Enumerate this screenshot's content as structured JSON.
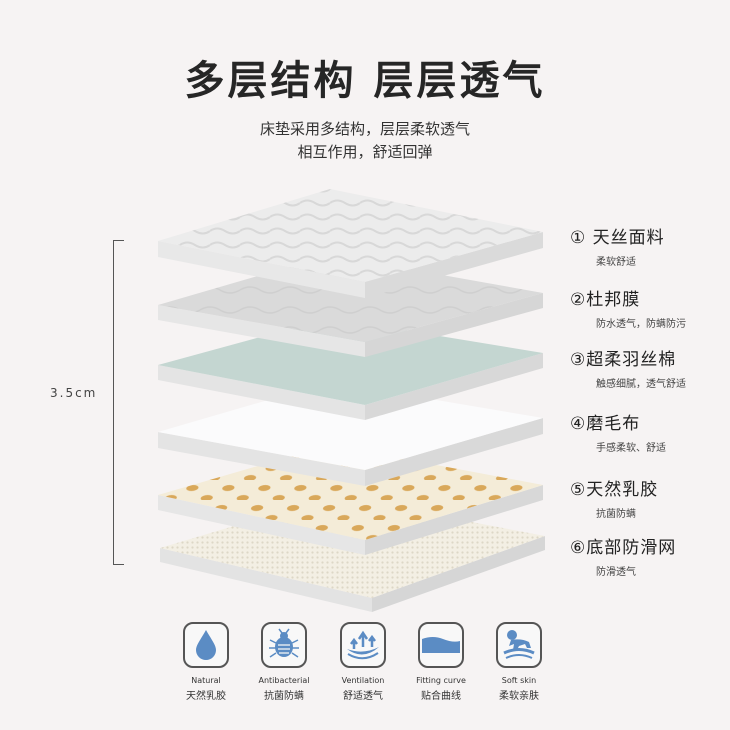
{
  "header": {
    "title": "多层结构 层层透气",
    "subtitle_line1": "床垫采用多结构，层层柔软透气",
    "subtitle_line2": "相互作用，舒适回弹"
  },
  "dimension": {
    "label": "3.5cm"
  },
  "layers": [
    {
      "name": "① 天丝面料",
      "desc": "柔软舒适",
      "color": "#ededed"
    },
    {
      "name": "②杜邦膜",
      "desc": "防水透气，防螨防污",
      "color": "#dcdcdc"
    },
    {
      "name": "③超柔羽丝棉",
      "desc": "触感细腻，透气舒适",
      "color": "#c4d6d1"
    },
    {
      "name": "④磨毛布",
      "desc": "手感柔软、舒适",
      "color": "#fbfbfb"
    },
    {
      "name": "⑤天然乳胶",
      "desc": "抗菌防螨",
      "color": "#f4ecd8"
    },
    {
      "name": "⑥底部防滑网",
      "desc": "防滑透气",
      "color": "#f1eee4"
    }
  ],
  "features": [
    {
      "icon": "water-drop-icon",
      "en": "Natural",
      "cn": "天然乳胶"
    },
    {
      "icon": "mite-bug-icon",
      "en": "Antibacterial",
      "cn": "抗菌防螨"
    },
    {
      "icon": "ventilation-arrows-icon",
      "en": "Ventilation",
      "cn": "舒适透气"
    },
    {
      "icon": "fitting-curve-icon",
      "en": "Fitting curve",
      "cn": "贴合曲线"
    },
    {
      "icon": "baby-crawling-icon",
      "en": "Soft skin",
      "cn": "柔软亲肤"
    }
  ],
  "colors": {
    "background": "#f6f3f3",
    "icon_blue": "#5b8cc4",
    "icon_border": "#555555",
    "latex_hole": "#d9a85a"
  }
}
